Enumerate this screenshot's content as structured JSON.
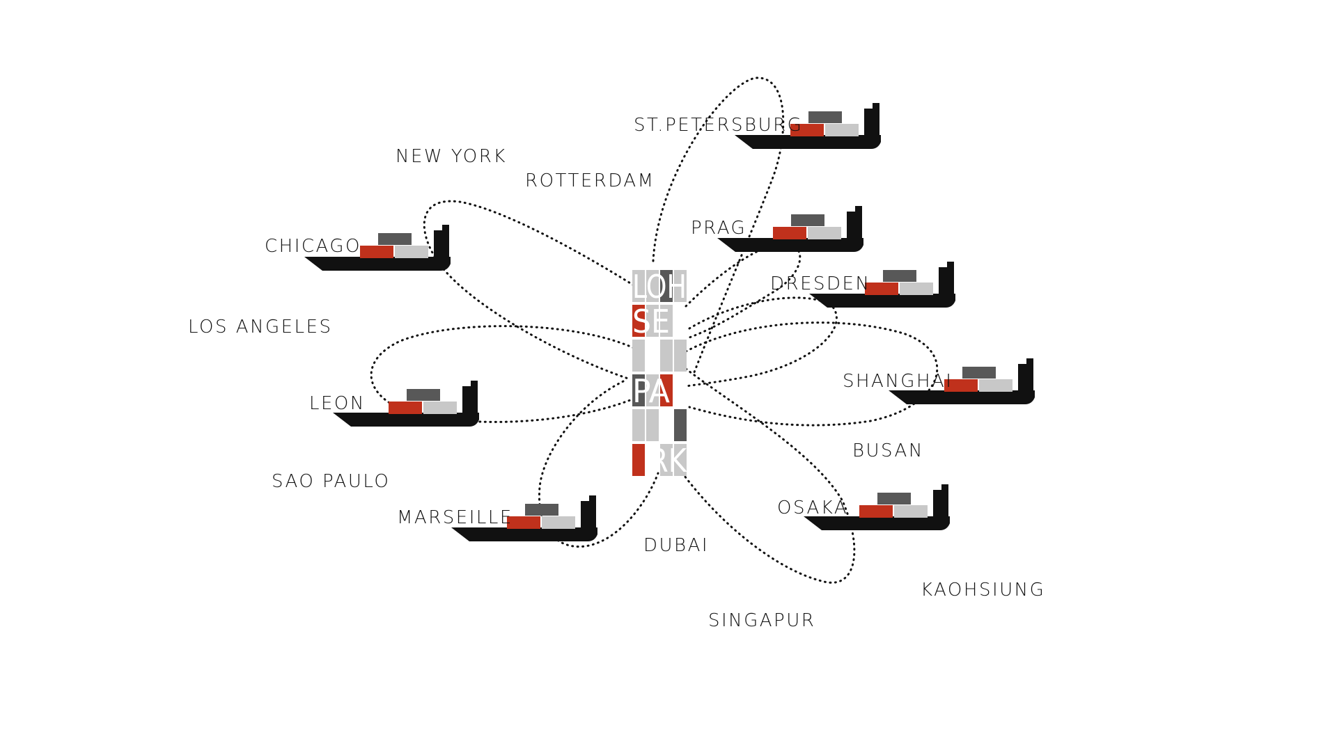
{
  "colors": {
    "red": "#c0311c",
    "dark_grey": "#585858",
    "light_grey": "#c8c8c8",
    "hull": "#111111",
    "text": "#111111",
    "background": "#ffffff"
  },
  "logo": {
    "rows": [
      {
        "tiles": [
          "light",
          "light",
          "dark",
          "light"
        ],
        "letters": "LOH"
      },
      {
        "tiles": [
          "red",
          "light",
          "light",
          "blank"
        ],
        "letters": "SE"
      },
      {
        "tiles": [
          "light",
          "blank",
          "light",
          "light"
        ],
        "letters": ""
      },
      {
        "tiles": [
          "dark",
          "light",
          "red",
          "blank"
        ],
        "letters": "PA"
      },
      {
        "tiles": [
          "light",
          "light",
          "blank",
          "dark"
        ],
        "letters": ""
      },
      {
        "tiles": [
          "red",
          "blank",
          "light",
          "light"
        ],
        "letters": "RK"
      }
    ]
  },
  "cities": [
    {
      "id": "st-petersburg",
      "label": "ST.PETERSBURG",
      "ship": true
    },
    {
      "id": "new-york",
      "label": "NEW YORK",
      "ship": false
    },
    {
      "id": "rotterdam",
      "label": "ROTTERDAM",
      "ship": false
    },
    {
      "id": "prag",
      "label": "PRAG",
      "ship": true
    },
    {
      "id": "chicago",
      "label": "CHICAGO",
      "ship": true
    },
    {
      "id": "dresden",
      "label": "DRESDEN",
      "ship": true
    },
    {
      "id": "los-angeles",
      "label": "LOS ANGELES",
      "ship": false
    },
    {
      "id": "shanghai",
      "label": "SHANGHAI",
      "ship": true
    },
    {
      "id": "leon",
      "label": "LEON",
      "ship": true
    },
    {
      "id": "busan",
      "label": "BUSAN",
      "ship": false
    },
    {
      "id": "sao-paulo",
      "label": "SAO PAULO",
      "ship": false
    },
    {
      "id": "marseille",
      "label": "MARSEILLE",
      "ship": true
    },
    {
      "id": "osaka",
      "label": "OSAKA",
      "ship": true
    },
    {
      "id": "dubai",
      "label": "DUBAI",
      "ship": false
    },
    {
      "id": "kaohsiung",
      "label": "KAOHSIUNG",
      "ship": false
    },
    {
      "id": "singapur",
      "label": "SINGAPUR",
      "ship": false
    }
  ]
}
